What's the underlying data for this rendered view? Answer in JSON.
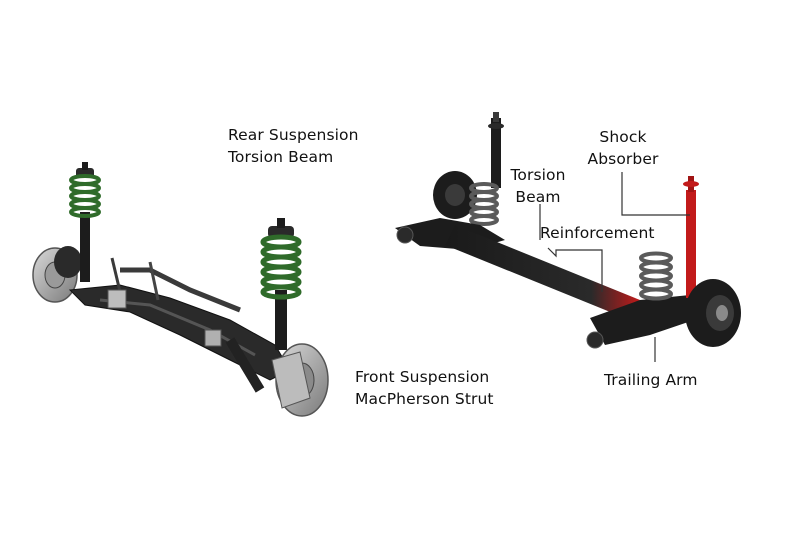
{
  "labels": {
    "rear_suspension": {
      "line1": "Rear Suspension",
      "line2": "Torsion Beam"
    },
    "front_suspension": {
      "line1": "Front Suspension",
      "line2": "MacPherson Strut"
    },
    "torsion_beam": {
      "line1": "Torsion",
      "line2": "Beam"
    },
    "shock_absorber": {
      "line1": "Shock",
      "line2": "Absorber"
    },
    "reinforcement": "Reinforcement",
    "trailing_arm": "Trailing Arm"
  },
  "colors": {
    "background": "#ffffff",
    "metal_dark": "#1c1c1c",
    "metal_mid": "#3a3a3a",
    "metal_light": "#8a8a8a",
    "spring_green": "#2f6b2a",
    "shock_red": "#c21a1a",
    "leader_line": "#333333"
  }
}
